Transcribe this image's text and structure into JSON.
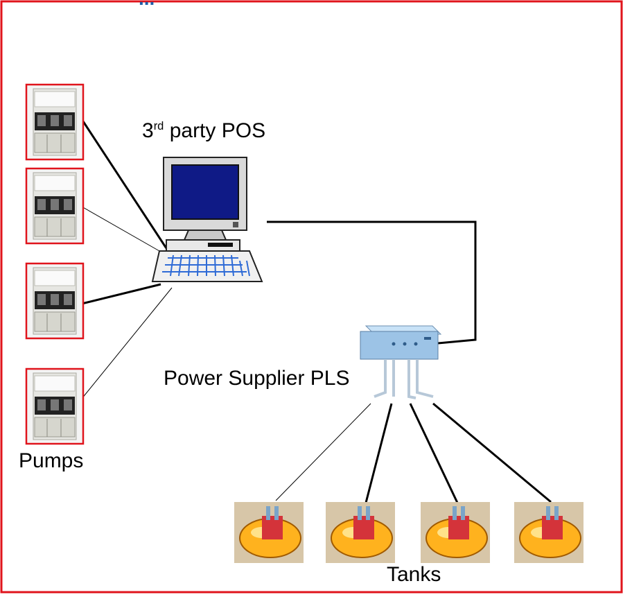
{
  "diagram": {
    "title_partial": "...",
    "labels": {
      "pos": "3rd party POS",
      "pos_prefix": "3",
      "pos_superscript": "rd",
      "pos_suffix": " party POS",
      "pls": "Power Supplier PLS",
      "pumps": "Pumps",
      "tanks": "Tanks"
    },
    "pump_count": 4,
    "tank_count": 4,
    "colors": {
      "border": "#e0141c",
      "title": "#1f5ea8",
      "monitor_screen": "#0f1a86",
      "keyboard_keys": "#2f6bd6",
      "device_body": "#9cc3e6",
      "tank_body": "#ffb21e"
    }
  }
}
